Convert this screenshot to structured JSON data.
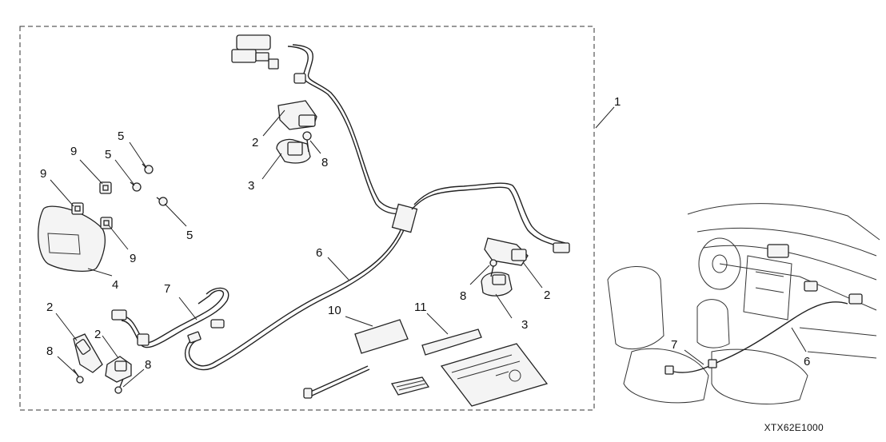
{
  "diagram": {
    "image_code": "XTX62E1000",
    "callouts": [
      {
        "id": "c1",
        "label": "1"
      },
      {
        "id": "c2a",
        "label": "2"
      },
      {
        "id": "c2b",
        "label": "2"
      },
      {
        "id": "c2c",
        "label": "2"
      },
      {
        "id": "c2d",
        "label": "2"
      },
      {
        "id": "c3a",
        "label": "3"
      },
      {
        "id": "c3b",
        "label": "3"
      },
      {
        "id": "c4",
        "label": "4"
      },
      {
        "id": "c5a",
        "label": "5"
      },
      {
        "id": "c5b",
        "label": "5"
      },
      {
        "id": "c5c",
        "label": "5"
      },
      {
        "id": "c6a",
        "label": "6"
      },
      {
        "id": "c6b",
        "label": "6"
      },
      {
        "id": "c7a",
        "label": "7"
      },
      {
        "id": "c7b",
        "label": "7"
      },
      {
        "id": "c8a",
        "label": "8"
      },
      {
        "id": "c8b",
        "label": "8"
      },
      {
        "id": "c8c",
        "label": "8"
      },
      {
        "id": "c8d",
        "label": "8"
      },
      {
        "id": "c9a",
        "label": "9"
      },
      {
        "id": "c9b",
        "label": "9"
      },
      {
        "id": "c9c",
        "label": "9"
      },
      {
        "id": "c10",
        "label": "10"
      },
      {
        "id": "c11",
        "label": "11"
      }
    ]
  }
}
